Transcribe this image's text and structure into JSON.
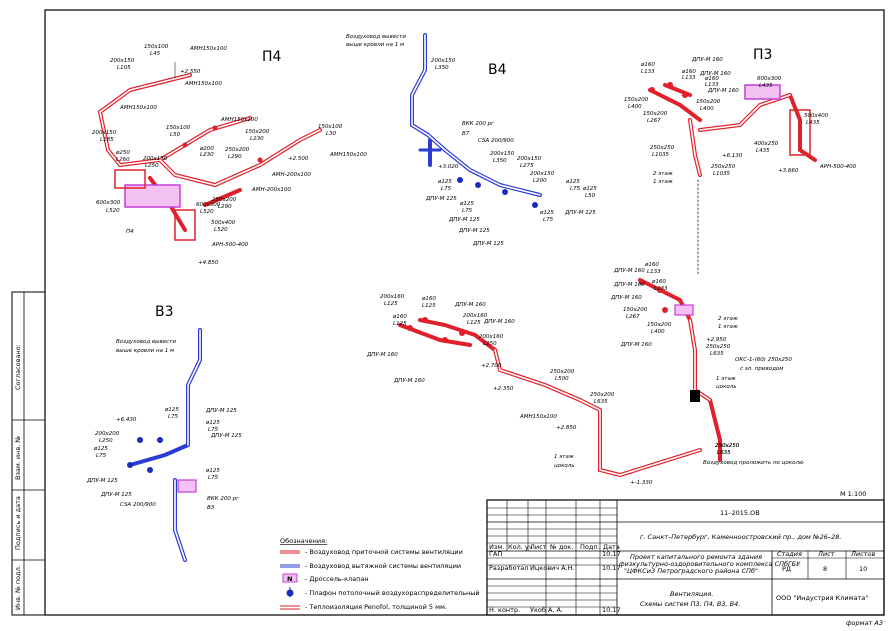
{
  "colors": {
    "supply": "#e0202a",
    "exhaust": "#2a3bd6",
    "damper": "#c63fd8",
    "diffuser": "#1c2bbf",
    "insulation": "#e0202a",
    "frame": "#000000"
  },
  "systems": {
    "p4": "П4",
    "v4": "В4",
    "p3": "П3",
    "v3": "В3"
  },
  "p4_labels": {
    "a1": "150x100",
    "a1b": "L45",
    "a2": "АМН150x100",
    "a3": "200x150",
    "a3b": "L105",
    "a4": "+2.550",
    "a5": "АМН150x100",
    "a6": "АМН150x100",
    "a7": "АМН150x100",
    "a8": "200x150",
    "a8b": "L185",
    "a9": "150x100",
    "a9b": "L50",
    "a10": "150x200",
    "a10b": "L230",
    "a11": "ø200",
    "a11b": "L230",
    "a12": "150x100",
    "a12b": "L30",
    "a13": "ø250",
    "a13b": "L260",
    "a14": "250x200",
    "a14b": "L290",
    "a15": "+2.500",
    "a16": "АМН150x100",
    "a17": "200x150",
    "a17b": "L250",
    "a18": "АМН-200x100",
    "a19": "АМН-200x100",
    "a20": "600x300",
    "a20b": "L520",
    "a21": "250x200",
    "a21b": "L290",
    "a22": "500x400",
    "a22b": "L520",
    "a23": "600x300",
    "a23b": "L520",
    "a24": "П4",
    "a25": "АРН-500-400",
    "a26": "+4.850"
  },
  "v4_labels": {
    "note1": "Воздуховод вывести",
    "note2": "выше кровли на 1 м",
    "b1": "200x150",
    "b1b": "L350",
    "b2": "ВКК 200 рг",
    "b3": "В7",
    "b4": "CSA 200/900",
    "b5": "200x150",
    "b5b": "L350",
    "b6": "+3.020",
    "b7": "200x150",
    "b7b": "L275",
    "b8": "200x150",
    "b8b": "L200",
    "b9": "ø125",
    "b9b": "L75",
    "b10": "ø125",
    "b10b": "L75",
    "b11": "ДПУ-М 125",
    "b12": "ø125",
    "b12b": "L75",
    "b13": "ДПУ-М 125",
    "b14": "ДПУ-М 125",
    "b15": "ДПУ-М 125",
    "b16": "ø125",
    "b16b": "L50",
    "b17": "ДПУ-М 125",
    "b18": "ø125",
    "b18b": "L75"
  },
  "p3_labels": {
    "c1": "ø160",
    "c1b": "L133",
    "c2": "ДПУ-М 160",
    "c3": "ø160",
    "c3b": "L133",
    "c4": "ДПУ-М 160",
    "c5": "ø160",
    "c5b": "L133",
    "c6": "ДПУ-М 160",
    "c7": "150x200",
    "c7b": "L400",
    "c8": "150x200",
    "c8b": "L267",
    "c9": "150x200",
    "c9b": "L400",
    "c10": "600x300",
    "c10b": "L435",
    "c11": "500x400",
    "c11b": "L435",
    "c12": "400x250",
    "c12b": "L435",
    "c13": "250x250",
    "c13b": "L1035",
    "c14": "+6.130",
    "c15": "250x250",
    "c15b": "L1035",
    "c16": "2 этаж",
    "c17": "1 этаж",
    "c18": "АРН-500-400",
    "c19": "+3.660"
  },
  "v3_labels": {
    "note1": "Воздуховод вывести",
    "note2": "выше кровли на 1 м",
    "d1": "+6.430",
    "d2": "ø125",
    "d2b": "L75",
    "d3": "ДПУ-М 125",
    "d4": "200x200",
    "d4b": "L250",
    "d5": "ø125",
    "d5b": "L75",
    "d6": "ДПУ-М 125",
    "d7": "ø125",
    "d7b": "L75",
    "d8": "ДПУ-М 125",
    "d9": "ø125",
    "d9b": "L75",
    "d10": "ДПУ-М 125",
    "d11": "ВКК 200 рг",
    "d12": "CSA 200/900",
    "d13": "В3"
  },
  "p3b_labels": {
    "e1": "200x160",
    "e1b": "L125",
    "e2": "ø160",
    "e2b": "L125",
    "e3": "ДПУ-М 160",
    "e4": "ø160",
    "e4b": "L125",
    "e5": "ДПУ-М 160",
    "e6": "200x160",
    "e6b": "L125",
    "e7": "200x160",
    "e7b": "L250",
    "e8": "ДПУ-М 160",
    "e9": "ДПУ-М 160",
    "e10": "+2.700",
    "e11": "+2.350",
    "e12": "250x200",
    "e12b": "L500",
    "e13": "250x200",
    "e13b": "L635",
    "e14": "АМН150x100",
    "e15": "+2.850",
    "e16": "1 этаж",
    "e17": "цоколь",
    "e18": "Воздуховод проложить по цоколю",
    "e19": "+-1.330",
    "e20": "250x250",
    "e20b": "L635",
    "f1": "ДПУ-М 160",
    "f2": "ø160",
    "f2b": "L133",
    "f3": "ДПУ-М 160",
    "f4": "150x200",
    "f4b": "L267",
    "f5": "150x200",
    "f5b": "L400",
    "f6": "ДПУ-М 160",
    "f7": "2 этаж",
    "f8": "1 этаж",
    "f9": "+2.950",
    "f10": "250x250",
    "f10b": "L635",
    "f11": "ОКС-1-(60) 250x250",
    "f12": "с эл. приводом",
    "f13": "1 этаж",
    "f14": "цоколь",
    "f15": "250x250",
    "f15b": "L635",
    "f16": "ДПУ-М 160",
    "f17": "ø160",
    "f17b": "L133"
  },
  "legend": {
    "title": "Обозначения:",
    "items": [
      "- Воздуховод приточной системы вентиляции",
      "- Воздуховод вытяжной системы вентиляции",
      "- Дроссель-клапан",
      "- Плафон потолочный воздухораспределительный",
      "- Теплоизоляция Penofol, толщиной 5 мм."
    ],
    "damper_symbol": "N"
  },
  "scale": "М 1:100",
  "format": "формат А3",
  "side_stamp": [
    "Согласовано:",
    "Взам. инв. №",
    "Подпись и дата",
    "Инв. № подл."
  ],
  "title_block": {
    "code": "11–2015.ОВ",
    "address": "г. Санкт–Петербург, Каменноостровский пр., дом №26–28.",
    "project": [
      "Проект капитального ремонта здания",
      "физкультурно-оздоровительного комплекса СПбГБУ",
      "\"ЦФКСиЗ Петроградского района СПб\""
    ],
    "headers": [
      "Изм.",
      "Кол. уч",
      "Лист",
      "№ док.",
      "Подп.",
      "Дата"
    ],
    "roles": [
      {
        "role": "ГАП",
        "name": "",
        "date": "10.17"
      },
      {
        "role": "Разработал",
        "name": "Ицкович А.Н.",
        "date": "10.17"
      },
      {
        "role": "Н. контр.",
        "name": "Укоб А. А.",
        "date": "10.17"
      }
    ],
    "sheet_title": [
      "Вентиляция.",
      "Схемы систем П3, П4, В3, В4."
    ],
    "stage_label": "Стадия",
    "stage": "РД",
    "sheet_label": "Лист",
    "sheet": "8",
    "sheets_label": "Листов",
    "sheets": "10",
    "company": "ООО \"Индустрия Климата\""
  }
}
